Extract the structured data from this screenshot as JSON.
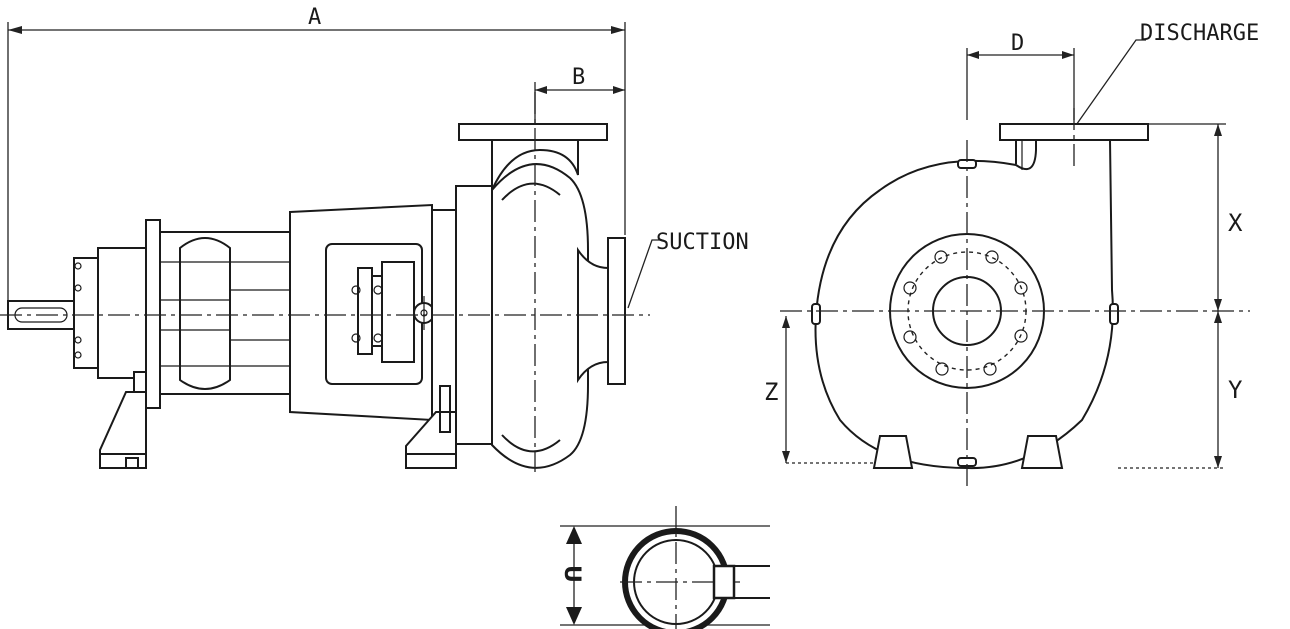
{
  "dimension_labels": {
    "overall_length": "A",
    "suction_offset": "B",
    "discharge_offset": "D",
    "upper_height": "X",
    "lower_height": "Y",
    "foot_height": "Z",
    "shaft_detail": "U"
  },
  "callouts": {
    "suction": "SUCTION",
    "discharge": "DISCHARGE"
  }
}
